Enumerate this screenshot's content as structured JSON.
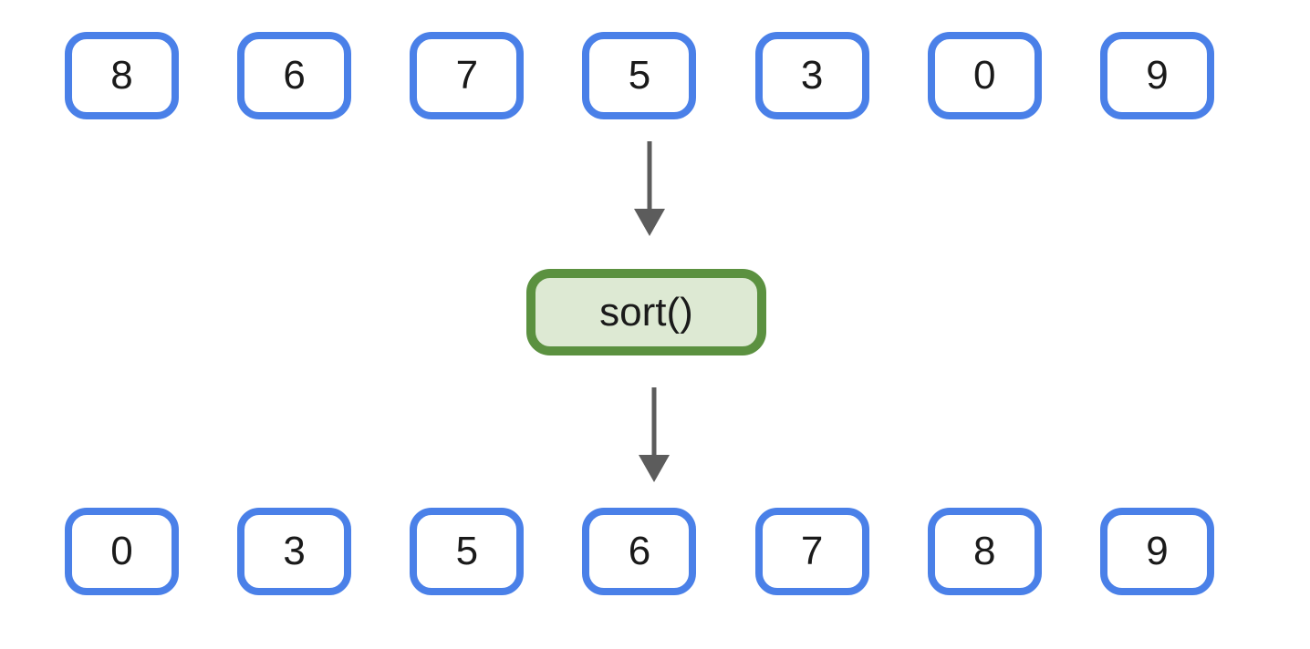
{
  "diagram": {
    "input_row": {
      "values": [
        "8",
        "6",
        "7",
        "5",
        "3",
        "0",
        "9"
      ]
    },
    "operation": {
      "label": "sort()"
    },
    "output_row": {
      "values": [
        "0",
        "3",
        "5",
        "6",
        "7",
        "8",
        "9"
      ]
    },
    "icons": {
      "arrow_1": "arrow-down-icon",
      "arrow_2": "arrow-down-icon"
    },
    "colors": {
      "background": "#FFFFFF",
      "array_box_border": "#4A80E8",
      "array_box_fill": "#FFFFFF",
      "operation_box_border": "#5B9140",
      "operation_box_fill": "#DDE9D3",
      "arrow": "#5C5C5C",
      "text": "#1A1A1A"
    }
  }
}
